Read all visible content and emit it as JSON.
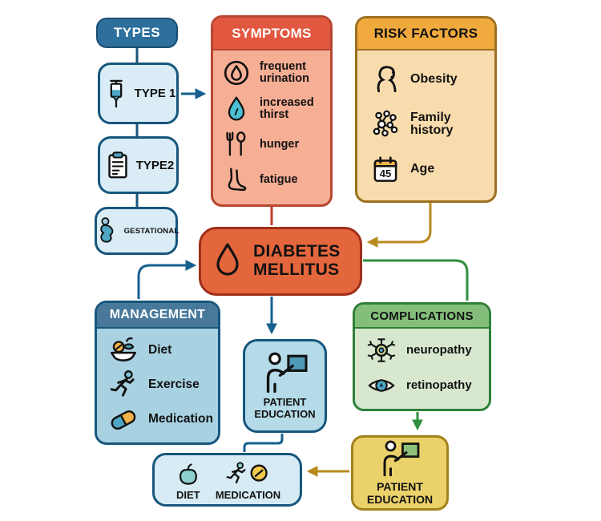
{
  "nodes": {
    "types": {
      "title": "TYPES",
      "items": [
        {
          "label": "TYPE 1",
          "icon": "syringe-icon"
        },
        {
          "label": "TYPE2",
          "icon": "clipboard-icon"
        },
        {
          "label": "GESTATIONAL",
          "icon": "pregnant-woman-icon"
        }
      ]
    },
    "symptoms": {
      "title": "SYMPTOMS",
      "items": [
        {
          "label": "frequent urination",
          "icon": "urine-drop-icon"
        },
        {
          "label": "increased thirst",
          "icon": "water-drop-icon"
        },
        {
          "label": "hunger",
          "icon": "fork-spoon-icon"
        },
        {
          "label": "fatigue",
          "icon": "foot-icon"
        }
      ]
    },
    "risk_factors": {
      "title": "RISK FACTORS",
      "items": [
        {
          "label": "Obesity",
          "icon": "person-profile-icon"
        },
        {
          "label": "Family history",
          "icon": "family-network-icon"
        },
        {
          "label": "Age",
          "icon": "calendar-icon",
          "calendar_number": "45"
        }
      ]
    },
    "diabetes": {
      "title": "DIABETES MELLITUS",
      "icon": "drop-icon"
    },
    "management": {
      "title": "MANAGEMENT",
      "items": [
        {
          "label": "Diet",
          "icon": "food-bowl-icon"
        },
        {
          "label": "Exercise",
          "icon": "runner-icon"
        },
        {
          "label": "Medication",
          "icon": "pill-icon"
        }
      ]
    },
    "complications": {
      "title": "COMPLICATIONS",
      "items": [
        {
          "label": "neuropathy",
          "icon": "neuron-icon"
        },
        {
          "label": "retinopathy",
          "icon": "eye-icon"
        }
      ]
    },
    "patient_education_center": {
      "title": "PATIENT EDUCATION",
      "icon": "teacher-icon"
    },
    "patient_education_right": {
      "title": "PATIENT EDUCATION",
      "icon": "teacher-icon"
    },
    "plan": {
      "items": [
        {
          "label": "DIET",
          "icon": "apple-icon"
        },
        {
          "label": "MEDICATION",
          "icon": "runner-clock-icon"
        }
      ]
    }
  },
  "colors": {
    "types_header": "#2e6f9c",
    "light_blue_fill": "#daecf5",
    "blue_border": "#17567c",
    "symptoms_header": "#e2573f",
    "symptoms_fill": "#f6ae94",
    "symptoms_border": "#b84731",
    "risk_header": "#f0a93c",
    "risk_fill": "#f8dcad",
    "risk_border": "#9c701f",
    "diabetes_fill": "#e4663c",
    "diabetes_border": "#9e2e1a",
    "management_header": "#48799b",
    "management_fill": "#a8d1e1",
    "complications_header": "#83bf7b",
    "complications_fill": "#d7e8cf",
    "complications_border": "#2f8038",
    "patient_education_center_fill": "#b5dbe9",
    "patient_education_right_fill": "#ebd169",
    "patient_education_right_border": "#a2811b",
    "plan_fill": "#d6ebf4",
    "arrow_blue": "#16608f",
    "arrow_red": "#c13b2a",
    "arrow_gold": "#b8891f",
    "arrow_green": "#2f8f3e"
  }
}
